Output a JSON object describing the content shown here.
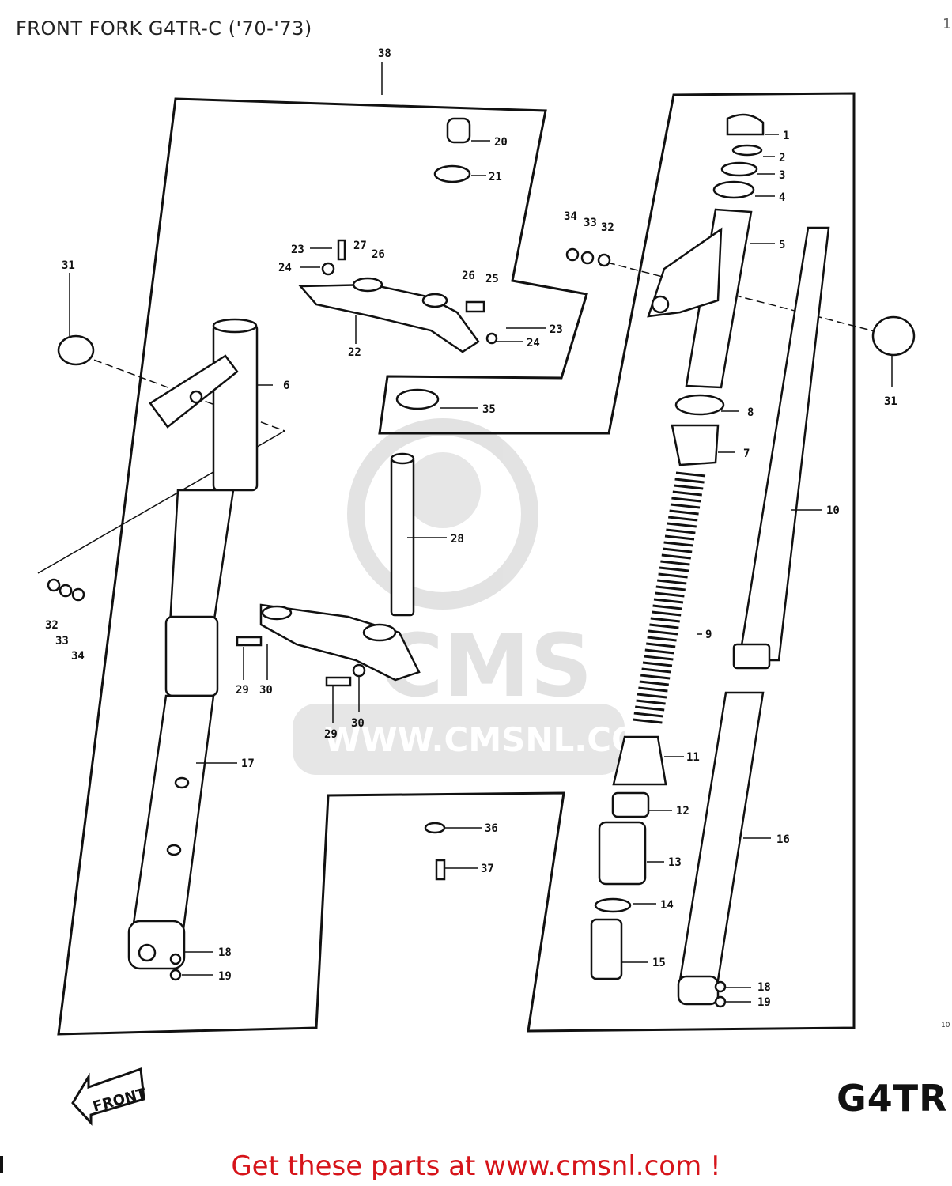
{
  "header": {
    "title": "FRONT FORK G4TR-C ('70-'73)",
    "corner_mark": "1"
  },
  "watermark": {
    "logo_text": "CMS",
    "url_text": "WWW.CMSNL.COM"
  },
  "front_arrow": {
    "label": "FRONT"
  },
  "page_number": "10",
  "model_code": "G4TR",
  "footer": {
    "cta": "Get these parts at www.cmsnl.com !",
    "color": "#d6141a"
  },
  "callouts": {
    "p1": "1",
    "p2": "2",
    "p3": "3",
    "p4": "4",
    "p5": "5",
    "p6": "6",
    "p7": "7",
    "p8": "8",
    "p9": "9",
    "p10": "10",
    "p11": "11",
    "p12": "12",
    "p13": "13",
    "p14": "14",
    "p15": "15",
    "p16": "16",
    "p17": "17",
    "p18": "18",
    "p19": "19",
    "p20": "20",
    "p21": "21",
    "p22": "22",
    "p23": "23",
    "p24": "24",
    "p25": "25",
    "p26": "26",
    "p27": "27",
    "p28": "28",
    "p29": "29",
    "p30": "30",
    "p31": "31",
    "p32": "32",
    "p33": "33",
    "p34": "34",
    "p35": "35",
    "p36": "36",
    "p37": "37",
    "p38": "38"
  }
}
